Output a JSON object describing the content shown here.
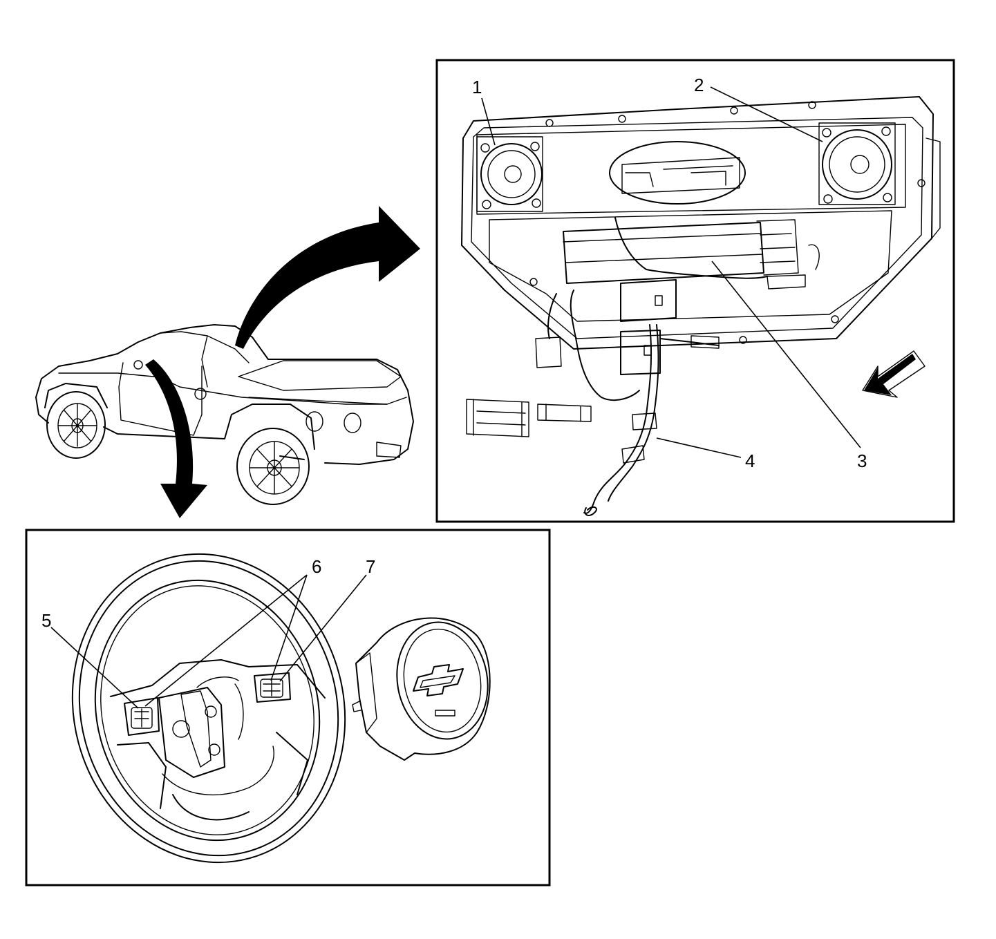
{
  "diagram": {
    "callouts": [
      "1",
      "2",
      "3",
      "4",
      "5",
      "6",
      "7"
    ]
  },
  "colors": {
    "ink": "#000000",
    "paper": "#ffffff"
  },
  "icons": [
    "vehicle-illustration",
    "transition-arrow-upper",
    "transition-arrow-lower",
    "front-direction-arrow",
    "chevrolet-bowtie-logo"
  ]
}
